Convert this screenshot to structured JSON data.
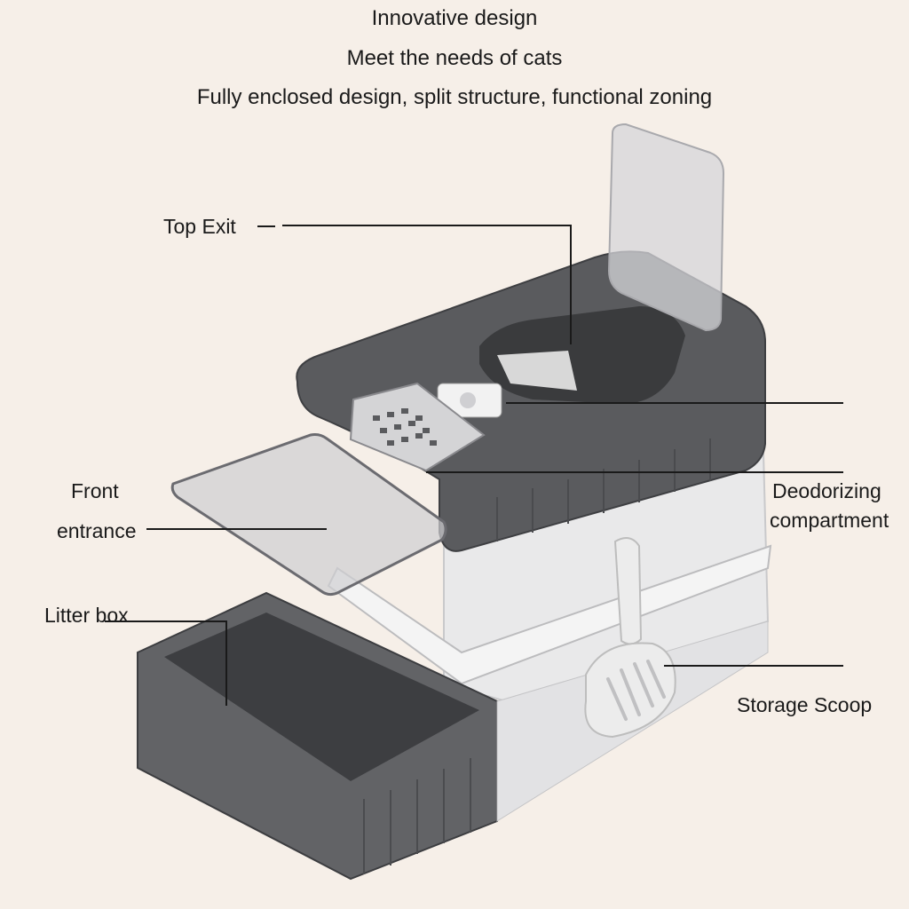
{
  "headings": {
    "line1": "Innovative design",
    "line2": "Meet the needs of cats",
    "line3": "Fully enclosed design, split structure, functional zoning"
  },
  "callouts": {
    "top_exit": "Top Exit",
    "front_entrance_line1": "Front",
    "front_entrance_line2": "entrance",
    "litter_box": "Litter box",
    "deodorizing_line1": "Deodorizing",
    "deodorizing_line2": "compartment",
    "storage_scoop": "Storage Scoop"
  },
  "colors": {
    "background": "#f6efe8",
    "body_dark": "#58595c",
    "body_light": "#e9e9ea",
    "text": "#1a1a1a"
  }
}
